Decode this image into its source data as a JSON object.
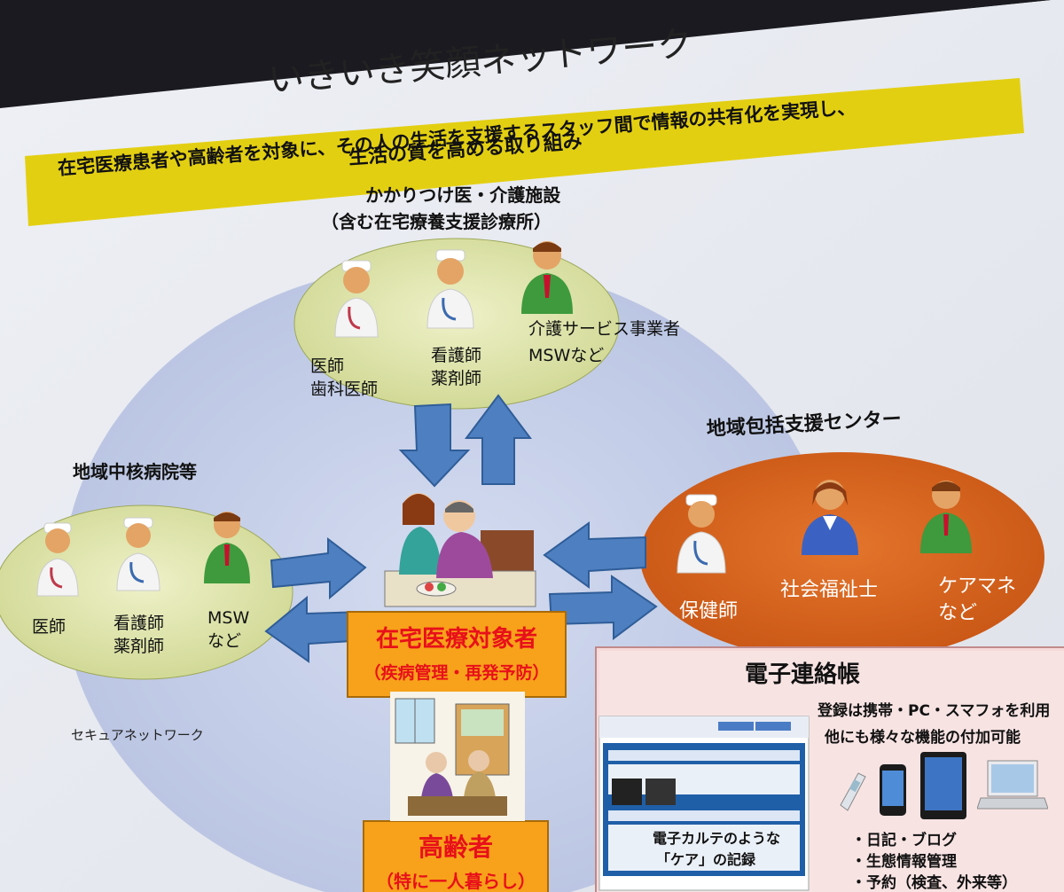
{
  "slide": {
    "title": "いきいき笑顔ネットワーク",
    "banner": {
      "line1": "在宅医療患者や高齢者を対象に、その人の生活を支援するスタッフ間で情報の共有化を実現し、",
      "line2": "生活の質を高める取り組み"
    },
    "top_group": {
      "label_line1": "かかりつけ医・介護施設",
      "label_line2": "（含む在宅療養支援診療所）",
      "roles": [
        {
          "line1": "医師",
          "line2": "歯科医師"
        },
        {
          "line1": "看護師",
          "line2": "薬剤師"
        },
        {
          "line1": "介護サービス事業者",
          "line2": "MSWなど"
        }
      ]
    },
    "left_group": {
      "label": "地域中核病院等",
      "roles": [
        {
          "line1": "医師",
          "line2": ""
        },
        {
          "line1": "看護師",
          "line2": "薬剤師"
        },
        {
          "line1": "MSW",
          "line2": "など"
        }
      ]
    },
    "right_group": {
      "label": "地域包括支援センター",
      "roles": [
        {
          "line1": "保健師",
          "line2": ""
        },
        {
          "line1": "社会福祉士",
          "line2": ""
        },
        {
          "line1": "ケアマネ",
          "line2": "など"
        }
      ]
    },
    "center_box": {
      "line1": "在宅医療対象者",
      "line2": "（疾病管理・再発予防）"
    },
    "bottom_box": {
      "line1": "高齢者",
      "line2": "（特に一人暮らし）"
    },
    "network_label": "セキュアネットワーク",
    "panel": {
      "title": "電子連絡帳",
      "line1": "登録は携帯・PC・スマフォを利用",
      "line2": "他にも様々な機能の付加可能",
      "screenshot_caption_line1": "電子カルテのような",
      "screenshot_caption_line2": "「ケア」の記録",
      "features": [
        "・日記・ブログ",
        "・生態情報管理",
        "・予約（検査、外来等）"
      ]
    }
  },
  "colors": {
    "banner_yellow": "#e3cf12",
    "network_circle": "#c5cfe8",
    "green_oval": "#dde3a9",
    "orange_oval": "#d9621b",
    "arrow_blue": "#4e7fc0",
    "box_orange": "#f7a21a",
    "box_text_red": "#e8101a",
    "panel_pink": "#f6dada"
  },
  "icons": [
    "doctor-icon",
    "nurse-icon",
    "staff-icon",
    "patient-care-illustration",
    "elderly-illustration",
    "flip-phone-icon",
    "smartphone-icon",
    "tablet-icon",
    "laptop-icon",
    "web-screenshot"
  ]
}
